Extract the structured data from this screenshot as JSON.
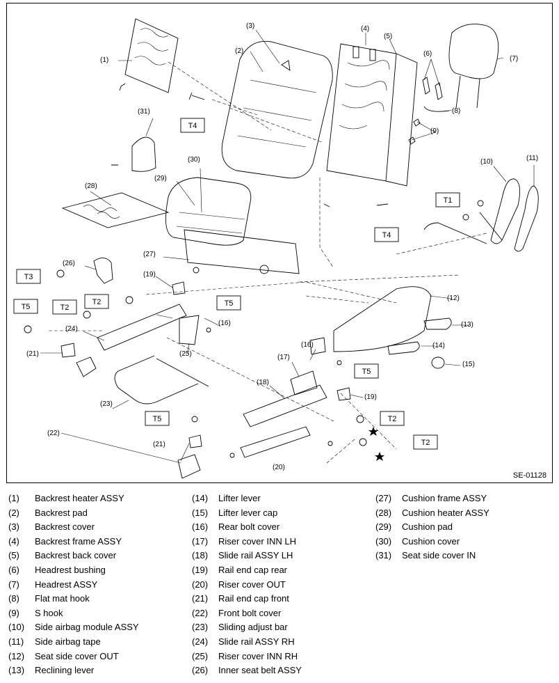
{
  "diagram": {
    "code": "SE-01128",
    "callouts": [
      "(1)",
      "(2)",
      "(3)",
      "(4)",
      "(5)",
      "(6)",
      "(7)",
      "(8)",
      "(9)",
      "(10)",
      "(11)",
      "(12)",
      "(13)",
      "(14)",
      "(15)",
      "(16)",
      "(16)",
      "(17)",
      "(18)",
      "(19)",
      "(19)",
      "(20)",
      "(21)",
      "(21)",
      "(22)",
      "(23)",
      "(24)",
      "(25)",
      "(26)",
      "(27)",
      "(28)",
      "(29)",
      "(30)",
      "(31)"
    ],
    "torque_tags": [
      "T4",
      "T1",
      "T4",
      "T3",
      "T2",
      "T5",
      "T5",
      "T2",
      "T5",
      "T5",
      "T2",
      "T2"
    ]
  },
  "legend": {
    "col1": [
      {
        "num": "(1)",
        "name": "Backrest heater ASSY"
      },
      {
        "num": "(2)",
        "name": "Backrest pad"
      },
      {
        "num": "(3)",
        "name": "Backrest cover"
      },
      {
        "num": "(4)",
        "name": "Backrest frame ASSY"
      },
      {
        "num": "(5)",
        "name": "Backrest back cover"
      },
      {
        "num": "(6)",
        "name": "Headrest bushing"
      },
      {
        "num": "(7)",
        "name": "Headrest ASSY"
      },
      {
        "num": "(8)",
        "name": "Flat mat hook"
      },
      {
        "num": "(9)",
        "name": "S hook"
      },
      {
        "num": "(10)",
        "name": "Side airbag module ASSY"
      },
      {
        "num": "(11)",
        "name": "Side airbag tape"
      },
      {
        "num": "(12)",
        "name": "Seat side cover OUT"
      },
      {
        "num": "(13)",
        "name": "Reclining lever"
      }
    ],
    "col2": [
      {
        "num": "(14)",
        "name": "Lifter lever"
      },
      {
        "num": "(15)",
        "name": "Lifter lever cap"
      },
      {
        "num": "(16)",
        "name": "Rear bolt cover"
      },
      {
        "num": "(17)",
        "name": "Riser cover INN LH"
      },
      {
        "num": "(18)",
        "name": "Slide rail ASSY LH"
      },
      {
        "num": "(19)",
        "name": "Rail end cap rear"
      },
      {
        "num": "(20)",
        "name": "Riser cover OUT"
      },
      {
        "num": "(21)",
        "name": "Rail end cap front"
      },
      {
        "num": "(22)",
        "name": "Front bolt cover"
      },
      {
        "num": "(23)",
        "name": "Sliding adjust bar"
      },
      {
        "num": "(24)",
        "name": "Slide rail ASSY RH"
      },
      {
        "num": "(25)",
        "name": "Riser cover INN RH"
      },
      {
        "num": "(26)",
        "name": "Inner seat belt ASSY"
      }
    ],
    "col3": [
      {
        "num": "(27)",
        "name": "Cushion frame ASSY"
      },
      {
        "num": "(28)",
        "name": "Cushion heater ASSY"
      },
      {
        "num": "(29)",
        "name": "Cushion pad"
      },
      {
        "num": "(30)",
        "name": "Cushion cover"
      },
      {
        "num": "(31)",
        "name": "Seat side cover IN"
      }
    ]
  }
}
